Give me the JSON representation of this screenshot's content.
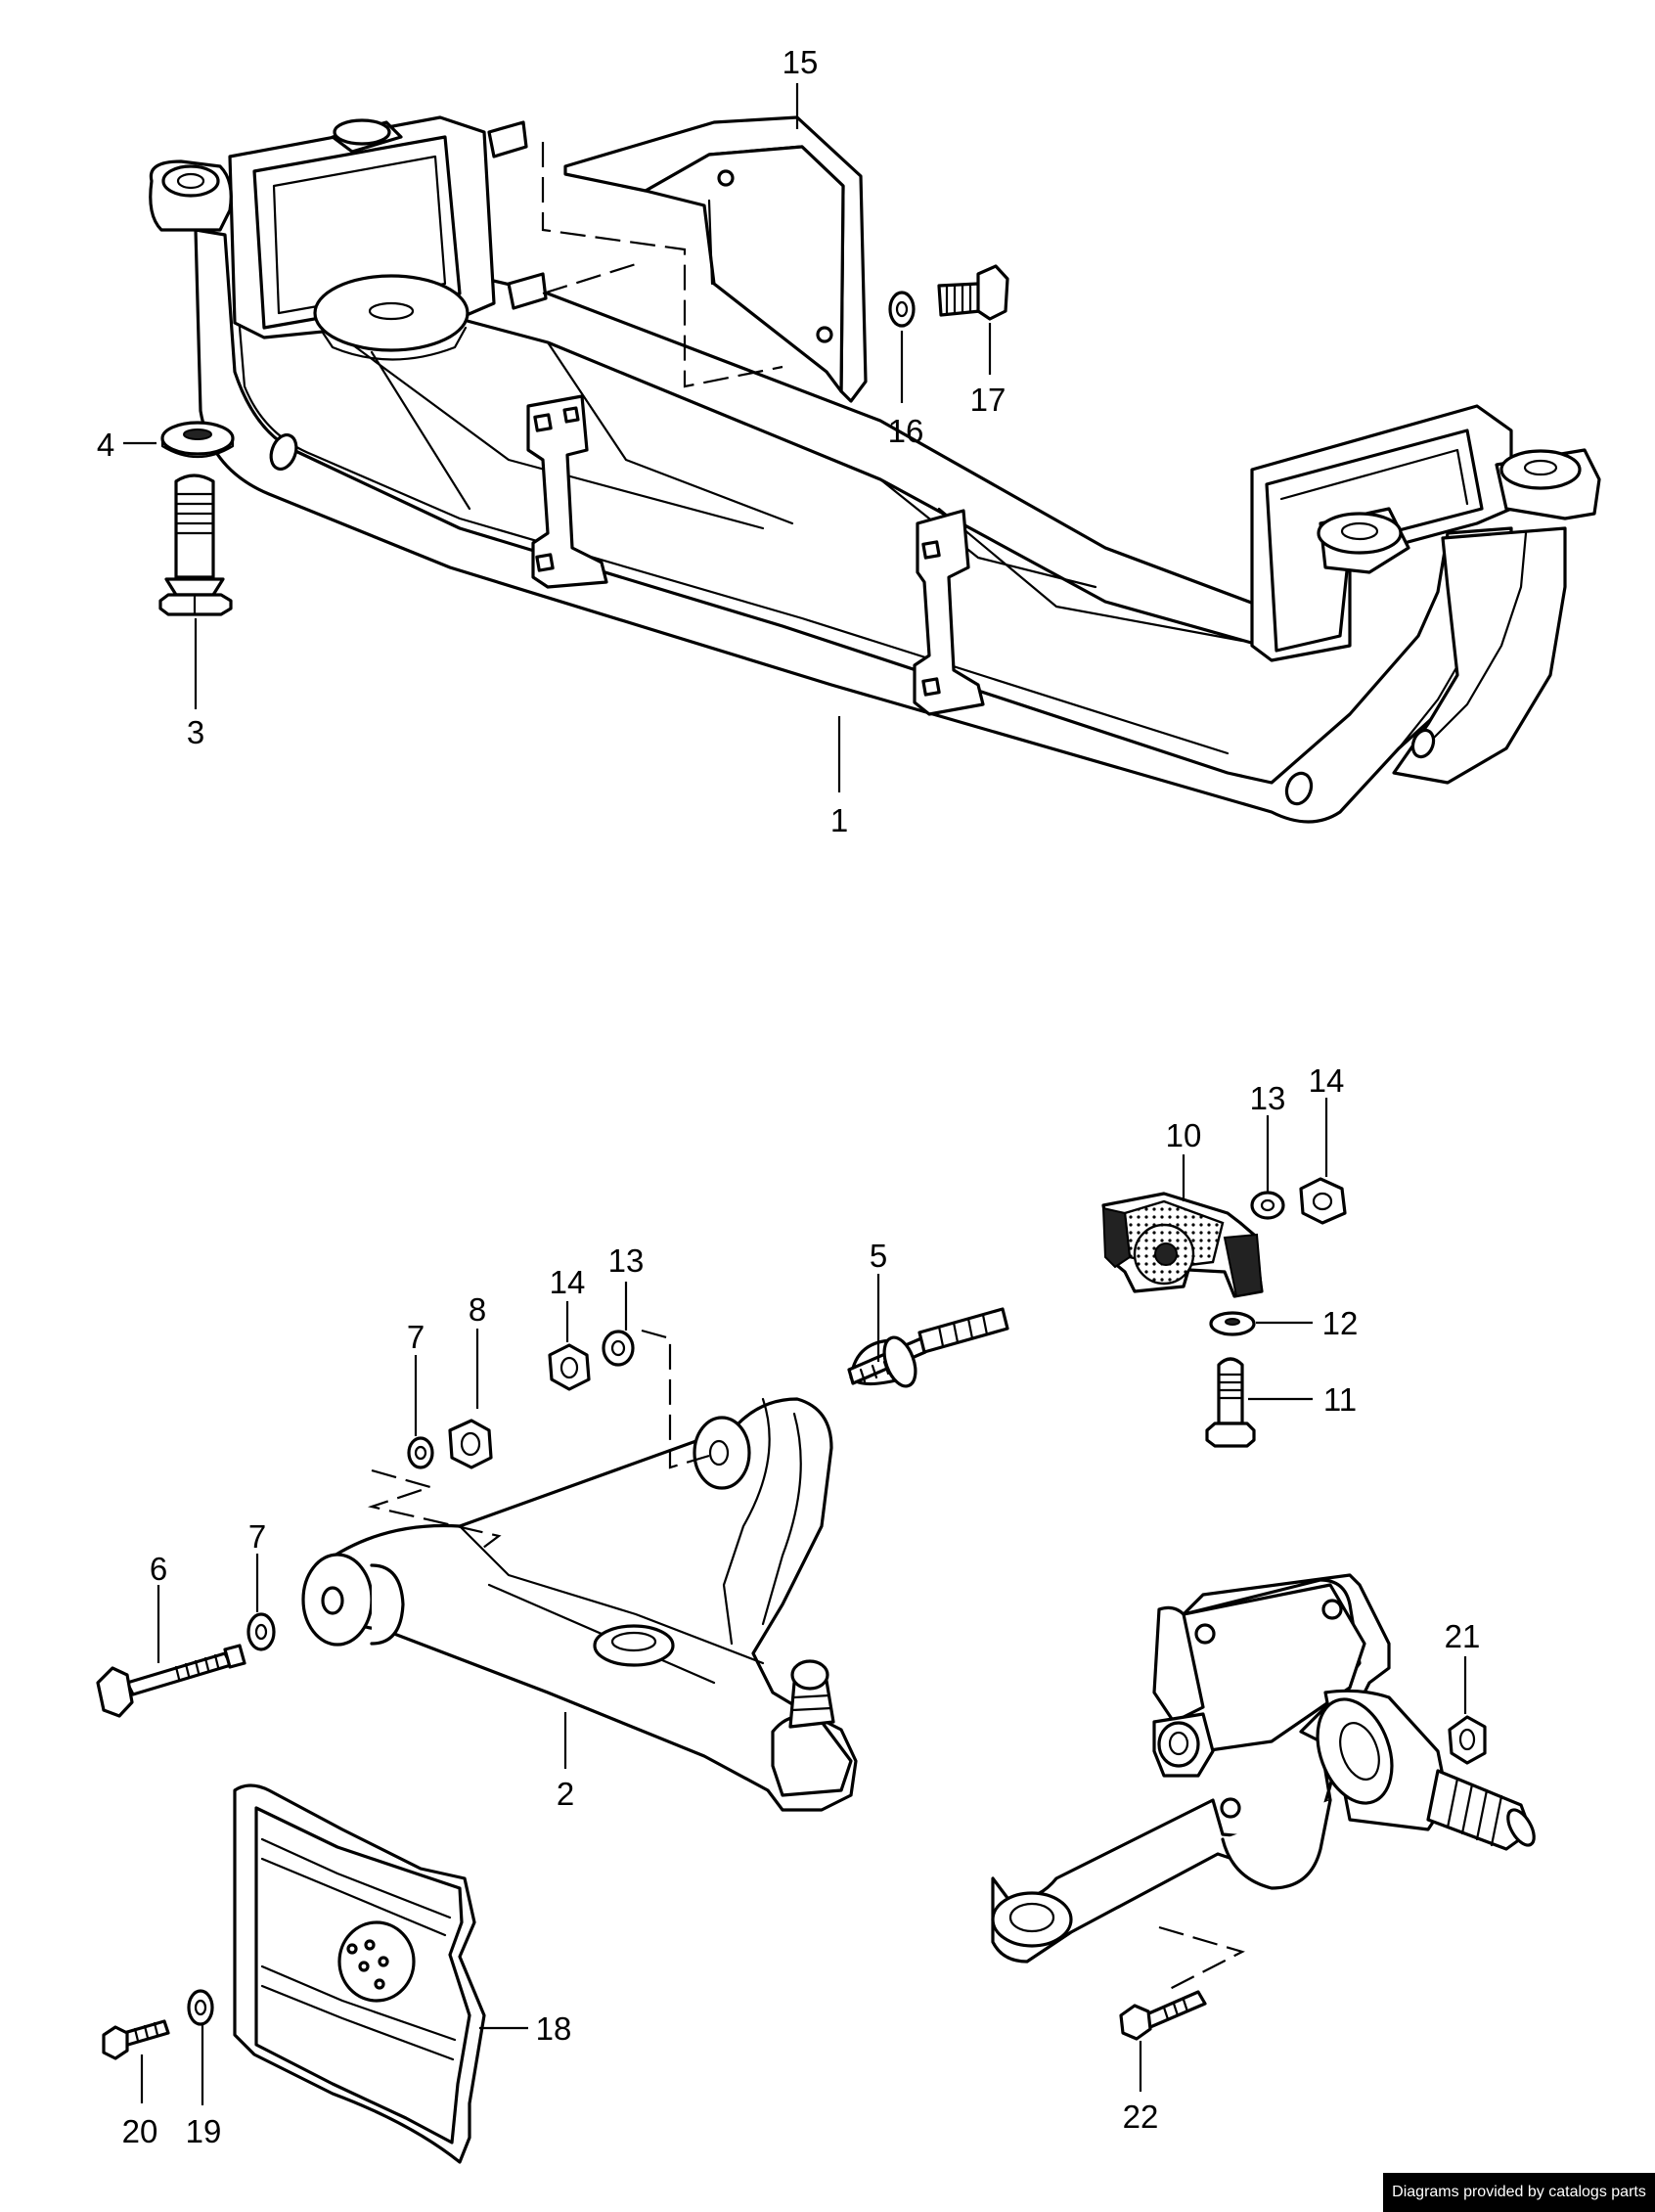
{
  "callouts": [
    {
      "id": "1",
      "label": "1"
    },
    {
      "id": "2",
      "label": "2"
    },
    {
      "id": "3",
      "label": "3"
    },
    {
      "id": "4",
      "label": "4"
    },
    {
      "id": "5",
      "label": "5"
    },
    {
      "id": "6",
      "label": "6"
    },
    {
      "id": "7a",
      "label": "7"
    },
    {
      "id": "7b",
      "label": "7"
    },
    {
      "id": "8",
      "label": "8"
    },
    {
      "id": "10",
      "label": "10"
    },
    {
      "id": "11",
      "label": "11"
    },
    {
      "id": "12",
      "label": "12"
    },
    {
      "id": "13a",
      "label": "13"
    },
    {
      "id": "13b",
      "label": "13"
    },
    {
      "id": "14a",
      "label": "14"
    },
    {
      "id": "14b",
      "label": "14"
    },
    {
      "id": "15",
      "label": "15"
    },
    {
      "id": "16",
      "label": "16"
    },
    {
      "id": "17",
      "label": "17"
    },
    {
      "id": "18",
      "label": "18"
    },
    {
      "id": "19",
      "label": "19"
    },
    {
      "id": "20",
      "label": "20"
    },
    {
      "id": "21",
      "label": "21"
    },
    {
      "id": "22",
      "label": "22"
    }
  ],
  "credit": "Diagrams provided by catalogs parts"
}
